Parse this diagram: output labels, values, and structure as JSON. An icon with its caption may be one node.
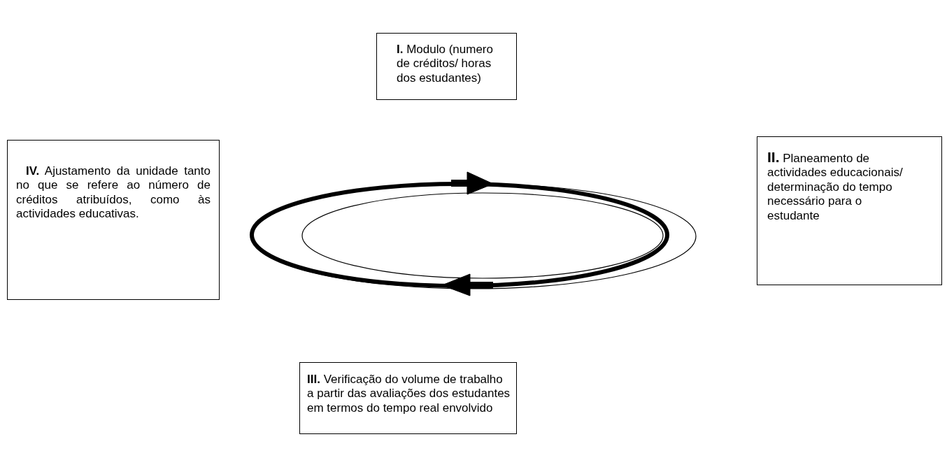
{
  "diagram": {
    "nodes": [
      {
        "text": [
          "**I.** Modulo (numero de créditos/ horas dos estudantes)"
        ]
      },
      {
        "text": [
          "**IV.** Ajustamento da unidade tanto no que se refere ao número de créditos atribuídos, como às actividades educativas."
        ]
      },
      {
        "text": [
          "**II.** Planeamento de actividades educacionais/ determinação do tempo necessário para o estudante"
        ]
      },
      {
        "text": [
          "**III.** Verificação do volume de trabalho a partir das avaliações dos estudantes em termos do tempo real envolvido"
        ]
      }
    ]
  }
}
